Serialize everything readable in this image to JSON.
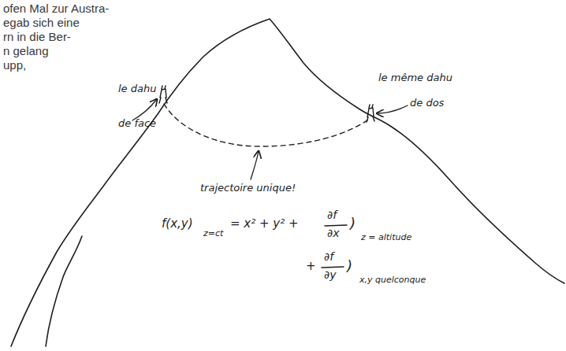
{
  "diagram": {
    "labels": [
      "ofen Mal zur Austra-",
      "egab sich eine",
      "rn in die Ber-",
      "n gelang",
      "upp,",
      "le dahu",
      "de face",
      "le même dahu",
      "de dos",
      "trajectoire unique!",
      "f(x,y)",
      "z=ct",
      "= x² + y² +",
      "∂f",
      "∂x",
      ")",
      "z = altitude",
      "+",
      "∂f",
      "∂y",
      ")",
      "x,y quelconque"
    ]
  }
}
